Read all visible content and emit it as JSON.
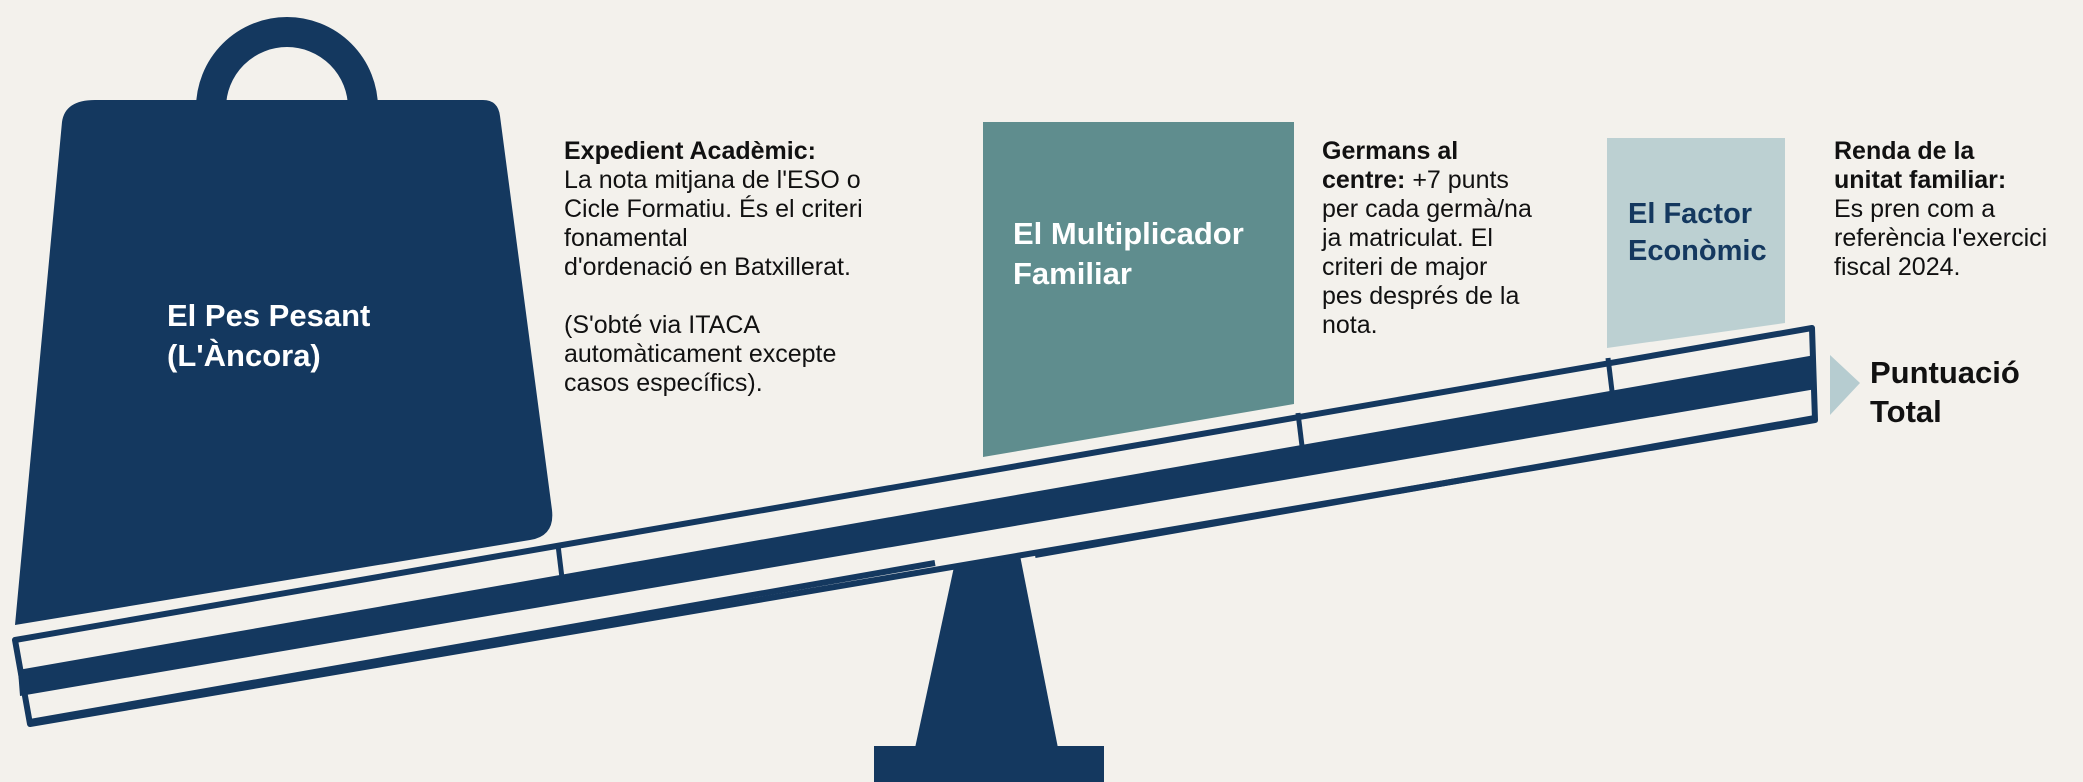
{
  "colors": {
    "background": "#f3f1ec",
    "navy": "#14385f",
    "teal": "#5f8d8e",
    "light_teal": "#bcd0d2",
    "arrow": "#b6ccd0"
  },
  "weight": {
    "title_line1": "El Pes Pesant",
    "title_line2": "(L'Àncora)"
  },
  "academic": {
    "heading": "Expedient Acadèmic:",
    "line1": "La nota mitjana de l'ESO o",
    "line2": "Cicle Formatiu. És el criteri",
    "line3": "fonamental",
    "line4": "d'ordenació en Batxillerat.",
    "note1": "(S'obté via ITACA",
    "note2": "automàticament excepte",
    "note3": "casos específics)."
  },
  "family": {
    "title_line1": "El Multiplicador",
    "title_line2": "Familiar"
  },
  "siblings": {
    "heading1": "Germans al",
    "heading2": "centre:",
    "line1_rest": " +7 punts",
    "line2": "per cada germà/na",
    "line3": "ja matriculat. El",
    "line4": "criteri de major",
    "line5": "pes després de la",
    "line6": "nota."
  },
  "economic": {
    "title_line1": "El Factor",
    "title_line2": "Econòmic"
  },
  "income": {
    "heading1": "Renda de la",
    "heading2": "unitat familiar:",
    "line1": "Es pren com a",
    "line2": "referència l'exercici",
    "line3": "fiscal 2024."
  },
  "total": {
    "line1": "Puntuació",
    "line2": "Total"
  }
}
